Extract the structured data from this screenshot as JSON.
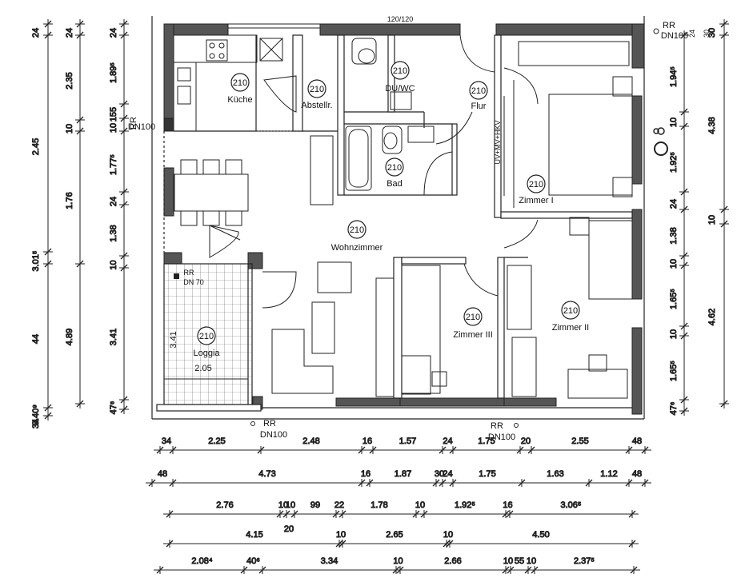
{
  "rooms": [
    {
      "num": "210",
      "name": "Küche"
    },
    {
      "num": "210",
      "name": "Abstellr."
    },
    {
      "num": "210",
      "name": "DU/WC"
    },
    {
      "num": "210",
      "name": "Flur"
    },
    {
      "num": "210",
      "name": "Bad"
    },
    {
      "num": "210",
      "name": "Zimmer I"
    },
    {
      "num": "210",
      "name": "Wohnzimmer"
    },
    {
      "num": "210",
      "name": "Zimmer III"
    },
    {
      "num": "210",
      "name": "Zimmer II"
    },
    {
      "num": "210",
      "name": "Loggia"
    }
  ],
  "notes": {
    "window_top": "120/120",
    "rr_top_right": "RR",
    "dn_top_right": "DN100",
    "rr_left": "RR",
    "dn_left": "DN100",
    "rr_loggia": "RR",
    "dn_loggia": "DN 70",
    "rr_bottom_1": "RR",
    "dn_bottom_1": "DN100",
    "rr_bottom_2": "RR",
    "dn_bottom_2": "DN100",
    "shaft": "UV+MV+HKV",
    "loggia_width": "2.05",
    "loggia_depth": "3.41",
    "corner_24": "24",
    "corner_30": "30"
  },
  "dims": {
    "left_far": [
      "24",
      "2.45",
      "3.01⁵",
      "44",
      "3.40⁹",
      "34"
    ],
    "left_mid": [
      "24",
      "2.35",
      "10",
      "1.76",
      "4.89"
    ],
    "left_near": [
      "24",
      "1.89⁵",
      "155",
      "10",
      "1.77⁵",
      "24",
      "1.38",
      "10",
      "3.41",
      "47⁶"
    ],
    "right_near": [
      "1.94⁵",
      "10",
      "1.92⁵",
      "24",
      "1.38",
      "10",
      "1.65⁵",
      "10",
      "1.65⁵",
      "47⁶"
    ],
    "right_far": [
      "30",
      "4.38",
      "10",
      "4.62"
    ],
    "row1": [
      "34",
      "2.25",
      "2.48",
      "16",
      "1.57",
      "24",
      "1.75",
      "20",
      "2.55",
      "48"
    ],
    "row2": [
      "48",
      "4.73",
      "16",
      "1.87",
      "30",
      "24",
      "1.75",
      "1.63",
      "1.12",
      "48"
    ],
    "row3": [
      "2.76",
      "10",
      "10",
      "99",
      "22",
      "1.78",
      "10",
      "1.92⁵",
      "16",
      "3.06⁵"
    ],
    "row3b": [
      "20"
    ],
    "row4": [
      "4.15",
      "10",
      "2.65",
      "10",
      "4.50"
    ],
    "row5": [
      "2.08⁴",
      "40⁶",
      "3.34",
      "10",
      "2.66",
      "10",
      "55",
      "10",
      "2.37⁵"
    ]
  }
}
